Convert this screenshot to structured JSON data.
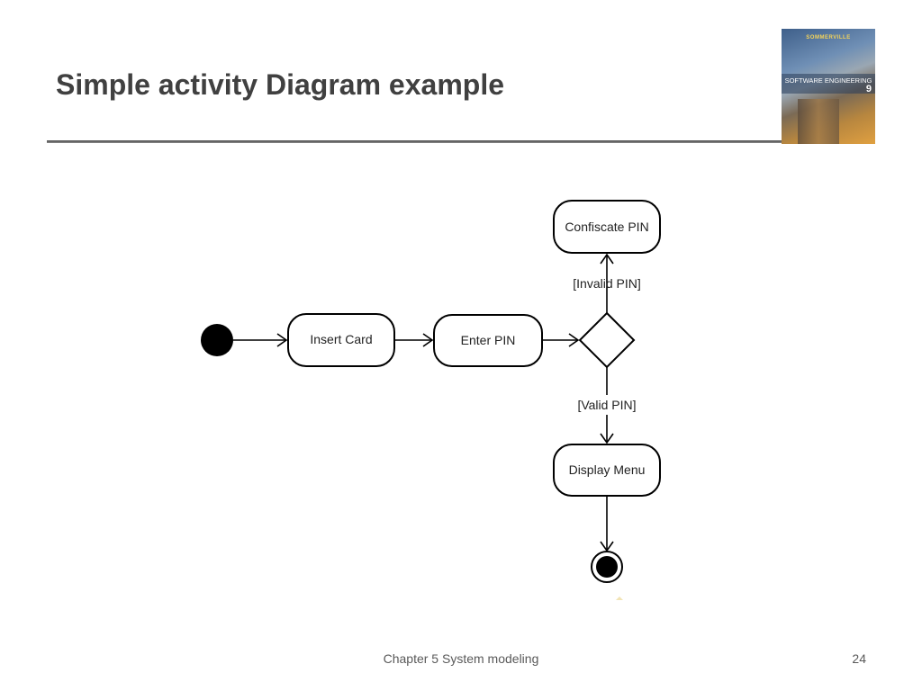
{
  "slide": {
    "title": "Simple activity Diagram example",
    "footer": "Chapter 5 System modeling",
    "page_number": "24"
  },
  "book_cover": {
    "author": "SOMMERVILLE",
    "title": "SOFTWARE ENGINEERING",
    "edition": "9"
  },
  "diagram": {
    "nodes": {
      "initial": {
        "type": "initial"
      },
      "insert_card": {
        "type": "action",
        "label": "Insert Card"
      },
      "enter_pin": {
        "type": "action",
        "label": "Enter PIN"
      },
      "decision": {
        "type": "decision"
      },
      "confiscate_pin": {
        "type": "action",
        "label": "Confiscate PIN"
      },
      "display_menu": {
        "type": "action",
        "label": "Display Menu"
      },
      "final": {
        "type": "final"
      }
    },
    "guards": {
      "invalid": "[Invalid PIN]",
      "valid": "[Valid PIN]"
    },
    "edges": [
      {
        "from": "initial",
        "to": "insert_card"
      },
      {
        "from": "insert_card",
        "to": "enter_pin"
      },
      {
        "from": "enter_pin",
        "to": "decision"
      },
      {
        "from": "decision",
        "to": "confiscate_pin",
        "guard": "[Invalid PIN]"
      },
      {
        "from": "decision",
        "to": "display_menu",
        "guard": "[Valid PIN]"
      },
      {
        "from": "display_menu",
        "to": "final"
      }
    ]
  }
}
